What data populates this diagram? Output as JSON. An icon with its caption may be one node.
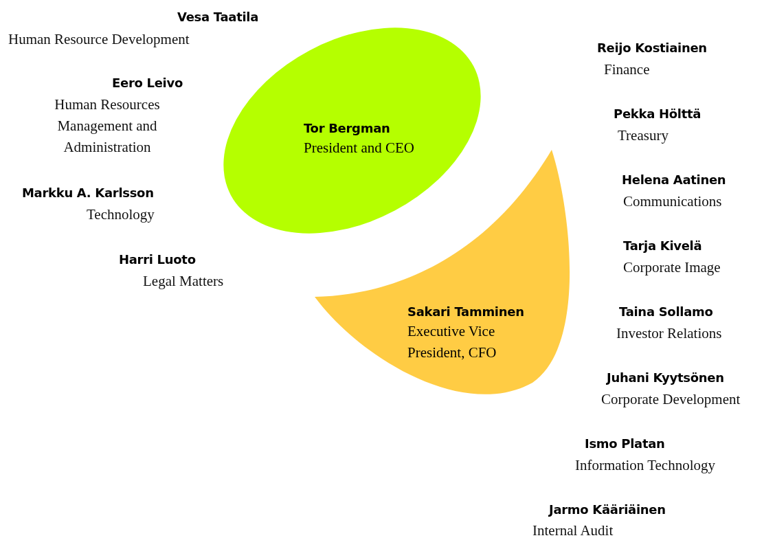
{
  "diagram": {
    "nodes": [
      {
        "text": [
          "Tor Bergman",
          "President and CEO"
        ]
      },
      {
        "text": [
          "Sakari Tamminen",
          "Executive Vice President, CFO"
        ]
      }
    ],
    "labels": [
      "Vesa Taatila",
      "Human Resource Development",
      "Eero Leivo",
      "Human Resources Management and Administration",
      "Markku A. Karlsson",
      "Technology",
      "Harri Luoto",
      "Legal Matters",
      "Reijo Kostiainen",
      "Finance",
      "Pekka Hölttä",
      "Treasury",
      "Helena Aatinen",
      "Communications",
      "Tarja Kivelä",
      "Corporate Image",
      "Taina Sollamo",
      "Investor Relations",
      "Juhani Kyytsönen",
      "Corporate Development",
      "Ismo Platan",
      "Information Technology",
      "Jarmo Kääriäinen",
      "Internal Audit"
    ]
  }
}
